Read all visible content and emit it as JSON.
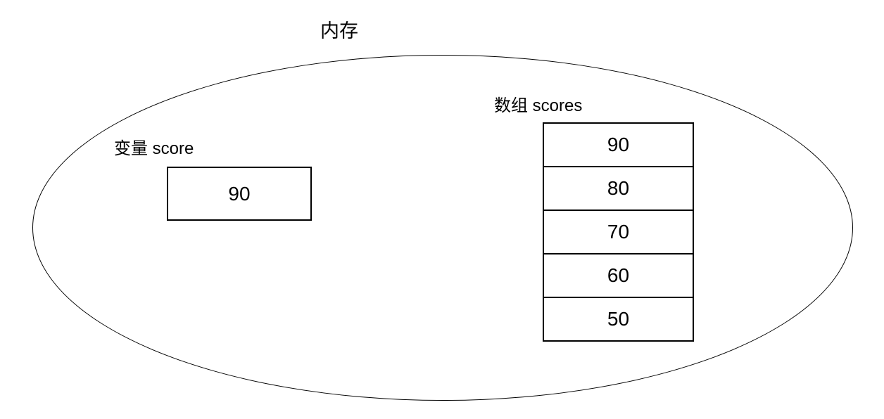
{
  "diagram": {
    "title": "内存",
    "variable": {
      "label": "变量 score",
      "value": "90"
    },
    "array": {
      "label": "数组 scores",
      "cells": [
        "90",
        "80",
        "70",
        "60",
        "50"
      ]
    }
  }
}
